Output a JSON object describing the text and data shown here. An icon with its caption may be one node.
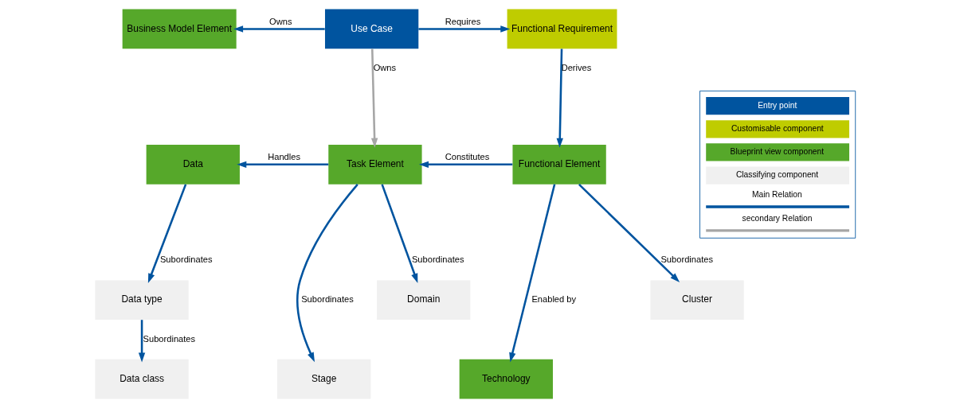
{
  "diagram": {
    "nodes": [
      {
        "text": [
          "Use Case"
        ]
      },
      {
        "text": [
          "Business Model Element"
        ]
      },
      {
        "text": [
          "Functional Requirement"
        ]
      },
      {
        "text": [
          "Data"
        ]
      },
      {
        "text": [
          "Task Element"
        ]
      },
      {
        "text": [
          "Functional Element"
        ]
      },
      {
        "text": [
          "Data type"
        ]
      },
      {
        "text": [
          "Domain"
        ]
      },
      {
        "text": [
          "Cluster"
        ]
      },
      {
        "text": [
          "Data class"
        ]
      },
      {
        "text": [
          "Stage"
        ]
      },
      {
        "text": [
          "Technology"
        ]
      }
    ],
    "edges": [
      {
        "from": 0,
        "to": 1,
        "arrow": "to",
        "label": "Owns"
      },
      {
        "from": 0,
        "to": 2,
        "arrow": "to",
        "label": "Requires"
      },
      {
        "from": 0,
        "to": 4,
        "arrow": "to",
        "label": "Owns",
        "color": "#a6a6a6"
      },
      {
        "from": 2,
        "to": 5,
        "arrow": "to",
        "label": "Derives"
      },
      {
        "from": 5,
        "to": 4,
        "arrow": "to",
        "label": "Constitutes"
      },
      {
        "from": 4,
        "to": 3,
        "arrow": "to",
        "label": "Handles"
      },
      {
        "from": 3,
        "to": 6,
        "arrow": "to",
        "label": "Subordinates"
      },
      {
        "from": 6,
        "to": 9,
        "arrow": "to",
        "label": "Subordinates"
      },
      {
        "from": 4,
        "to": 7,
        "arrow": "to",
        "label": "Subordinates"
      },
      {
        "from": 4,
        "to": 10,
        "arrow": "to",
        "label": "Subordinates"
      },
      {
        "from": 5,
        "to": 8,
        "arrow": "to",
        "label": "Subordinates"
      },
      {
        "from": 5,
        "to": 11,
        "arrow": "to",
        "label": "Enabled by"
      }
    ],
    "legend": [
      {
        "text": "Entry point",
        "color": "#00549f"
      },
      {
        "text": "Customisable component",
        "color": "#bfcc00"
      },
      {
        "text": "Blueprint view component",
        "color": "#56a82a"
      },
      {
        "text": "Classifying component",
        "color": "#f0f0f0"
      },
      {
        "text": "Main Relation"
      },
      {
        "text": "secondary Relation"
      }
    ]
  }
}
